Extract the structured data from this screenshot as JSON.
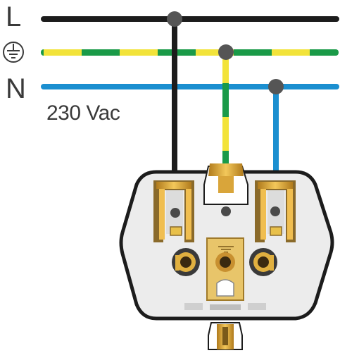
{
  "labels": {
    "line": "L",
    "neutral": "N",
    "voltage": "230 Vac"
  },
  "icons": {
    "earth": "ground-symbol-icon"
  },
  "colors": {
    "line_wire": "#1c1c1c",
    "earth_green": "#1a9a48",
    "earth_yellow": "#f2e33a",
    "neutral_wire": "#1b8fd0",
    "junction": "#555555",
    "socket_body": "#ececec",
    "socket_outline": "#1c1c1c",
    "terminal_brass": "#d9a53a",
    "text": "#3a3a3a"
  }
}
